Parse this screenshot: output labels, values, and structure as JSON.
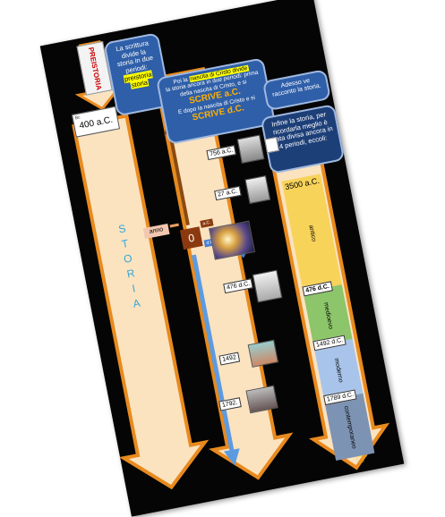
{
  "slide": {
    "preistoria_label": "PREISTORIA",
    "storia_letters": [
      "S",
      "T",
      "O",
      "R",
      "I",
      "A"
    ],
    "left_date": "400 a.C.",
    "left_date_tiny": "Bc",
    "bubble_intro": {
      "line1": "La scrittura",
      "line2": "divide la",
      "line3": "storia in due",
      "line4": "periodi:",
      "word_preistoria": "preistoria",
      "word_storia": "storia"
    },
    "bubble_christ": {
      "pre": "Poi la",
      "hl": "nascita di Cristo divide",
      "text": "la storia ancora in due periodi: prima della nascita di Cristo, e si",
      "scrive_ac": "SCRIVE a.C.",
      "mid": "E dopo la nascita di Cristo e si",
      "scrive_dc": "SCRIVE d.C."
    },
    "bubble_tell": "Adesso ve racconto la storia.",
    "bubble_four": "Infine la storia, per ricordarla meglio è stata divisa ancora in 4 periodi, eccoli:",
    "zero_label": "0",
    "anno_label": "anno",
    "ac_label": "a.C.",
    "dc_label": "d.C.",
    "timeline_marks": [
      "756 a.C.",
      "27 a.C.",
      "476 d.C.",
      "1492",
      "1792."
    ],
    "periods": [
      {
        "start": "3500 a.C.",
        "name": "antico",
        "color": "#f7d35a"
      },
      {
        "start": "476 d.C.",
        "name": "medioevo",
        "color": "#8cc56a"
      },
      {
        "start": "1492 d.C.",
        "name": "moderno",
        "color": "#a9c4ea"
      },
      {
        "start": "1789 d.C.",
        "name": "contemporaneo",
        "color": "#7d93b3"
      }
    ]
  }
}
